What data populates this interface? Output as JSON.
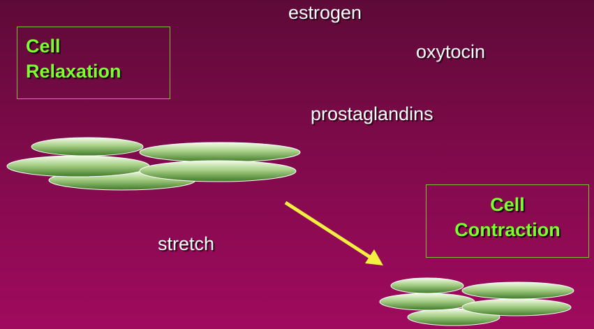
{
  "hormones": {
    "estrogen": "estrogen",
    "oxytocin": "oxytocin",
    "prostaglandins": "prostaglandins"
  },
  "stimulus": "stretch",
  "states": {
    "relaxation": {
      "line1": "Cell",
      "line2": "Relaxation"
    },
    "contraction": {
      "line1": "Cell",
      "line2": "Contraction"
    }
  },
  "colors": {
    "background_top": "#5e0a38",
    "background_bottom": "#a00a5e",
    "box_text": "#7cff2e",
    "box_border": "#7dc23a",
    "arrow": "#f5f040",
    "cell_fill": "#5a9a3a"
  }
}
